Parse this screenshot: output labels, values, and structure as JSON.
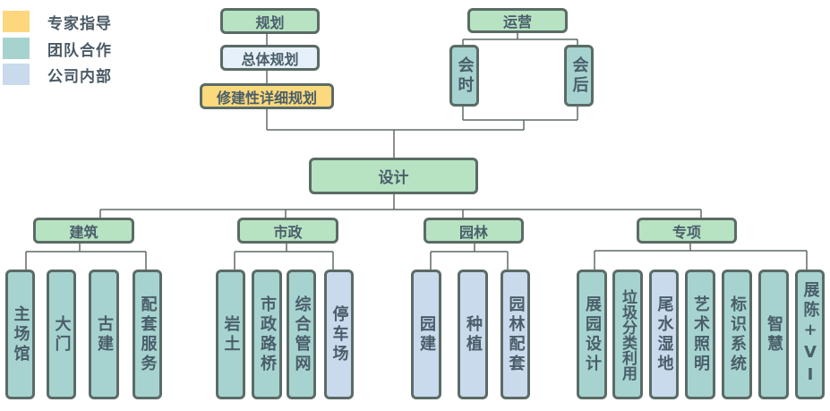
{
  "legend": [
    {
      "label": "专家指导",
      "color": "#fcd77e"
    },
    {
      "label": "团队合作",
      "color": "#a6d3cf"
    },
    {
      "label": "公司内部",
      "color": "#c8daec"
    }
  ],
  "planning": {
    "title": "规划",
    "children": [
      "总体规划",
      "修建性详细规划"
    ]
  },
  "operation": {
    "title": "运营",
    "children": [
      "会时",
      "会后"
    ]
  },
  "design": {
    "title": "设计"
  },
  "branches": [
    {
      "title": "建筑",
      "children": [
        "主场馆",
        "大门",
        "古建",
        "配套服务"
      ]
    },
    {
      "title": "市政",
      "children": [
        "岩土",
        "市政路桥",
        "综合管网",
        "停车场"
      ]
    },
    {
      "title": "园林",
      "children": [
        "园建",
        "种植",
        "园林配套"
      ]
    },
    {
      "title": "专项",
      "children": [
        "展园设计",
        "垃圾分类利用",
        "尾水湿地",
        "艺术照明",
        "标识系统",
        "智慧",
        "展陈+VI"
      ]
    }
  ]
}
